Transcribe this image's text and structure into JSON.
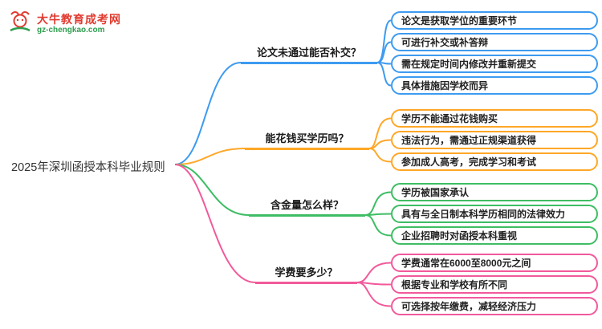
{
  "logo": {
    "title": "大牛教育成考网",
    "subtitle": "gz-chengkao.com",
    "icon": "bull-icon",
    "title_color": "#e03a2f",
    "subtitle_color": "#2e9e4f"
  },
  "root": {
    "label": "2025年深圳函授本科毕业规则"
  },
  "branches": [
    {
      "label": "论文未通过能否补交？",
      "color": "#3d9bf0",
      "leaves": [
        "论文是获取学位的重要环节",
        "可进行补交或补答辩",
        "需在规定时间内修改并重新提交",
        "具体措施因学校而异"
      ]
    },
    {
      "label": "能花钱买学历吗？",
      "color": "#ffa727",
      "leaves": [
        "学历不能通过花钱购买",
        "违法行为，需通过正规渠道获得",
        "参加成人高考，完成学习和考试"
      ]
    },
    {
      "label": "含金量怎么样？",
      "color": "#3ebd64",
      "leaves": [
        "学历被国家承认",
        "具有与全日制本科学历相同的法律效力",
        "企业招聘时对函授本科重视"
      ]
    },
    {
      "label": "学费要多少？",
      "color": "#f2599b",
      "leaves": [
        "学费通常在6000至8000元之间",
        "根据专业和学校有所不同",
        "可选择按年缴费，减轻经济压力"
      ]
    }
  ]
}
